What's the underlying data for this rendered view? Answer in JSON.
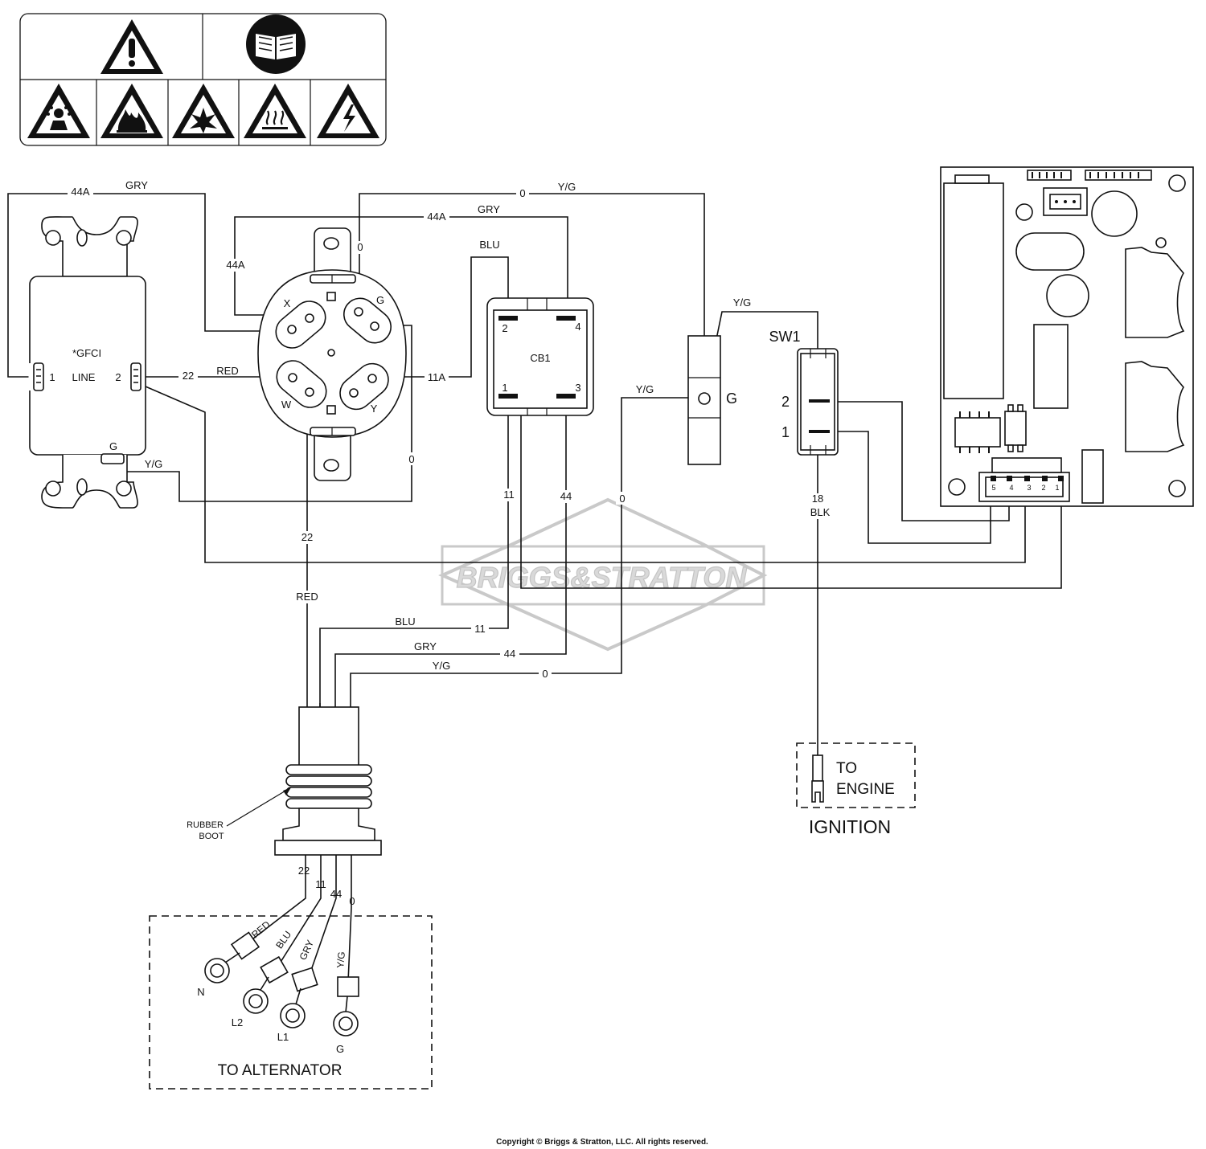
{
  "safety_panel": {
    "icons": [
      "warning-icon",
      "read-manual-icon",
      "toxic-fumes-icon",
      "fire-icon",
      "explosion-icon",
      "hot-surface-icon",
      "electric-shock-icon"
    ]
  },
  "watermark": {
    "text": "BRIGGS&STRATTON"
  },
  "gfci": {
    "title": "*GFCI",
    "line": "LINE",
    "term1": "1",
    "term2": "2",
    "ground": "G"
  },
  "outlet": {
    "x": "X",
    "g": "G",
    "w": "W",
    "y": "Y"
  },
  "breaker": {
    "name": "CB1",
    "t1": "1",
    "t2": "2",
    "t3": "3",
    "t4": "4"
  },
  "ground_block": {
    "label": "G"
  },
  "switch": {
    "name": "SW1",
    "t1": "1",
    "t2": "2"
  },
  "connector": {
    "pins": [
      "5",
      "4",
      "3",
      "2",
      "1"
    ]
  },
  "wires": {
    "w44a_top": "44A",
    "gry_top": "GRY",
    "w0_top": "0",
    "yg_top": "Y/G",
    "w44a_mid": "44A",
    "gry_mid": "GRY",
    "w44a_left": "44A",
    "w0_outlet": "0",
    "blu_cb": "BLU",
    "w22_gfci": "22",
    "red_gfci": "RED",
    "w11a": "11A",
    "yg_gfci": "Y/G",
    "w0_right": "0",
    "yg_sw": "Y/G",
    "yg_grd": "Y/G",
    "w22_vert": "22",
    "red_vert": "RED",
    "w11_vert": "11",
    "w44_vert": "44",
    "w0_vert": "0",
    "w18": "18",
    "blk": "BLK",
    "blu_bundle": "BLU",
    "w11_bundle": "11",
    "gry_bundle": "GRY",
    "w44_bundle": "44",
    "yg_bundle": "Y/G",
    "w0_bundle": "0",
    "b22": "22",
    "b11": "11",
    "b44": "44",
    "b0": "0",
    "lead_red": "RED",
    "lead_blu": "BLU",
    "lead_gry": "GRY",
    "lead_yg": "Y/G"
  },
  "boot": {
    "line1": "RUBBER",
    "line2": "BOOT"
  },
  "alternator": {
    "title": "TO ALTERNATOR",
    "n": "N",
    "l2": "L2",
    "l1": "L1",
    "g": "G"
  },
  "engine": {
    "line1": "TO",
    "line2": "ENGINE",
    "caption": "IGNITION"
  },
  "copyright": "Copyright © Briggs & Stratton, LLC. All rights reserved."
}
